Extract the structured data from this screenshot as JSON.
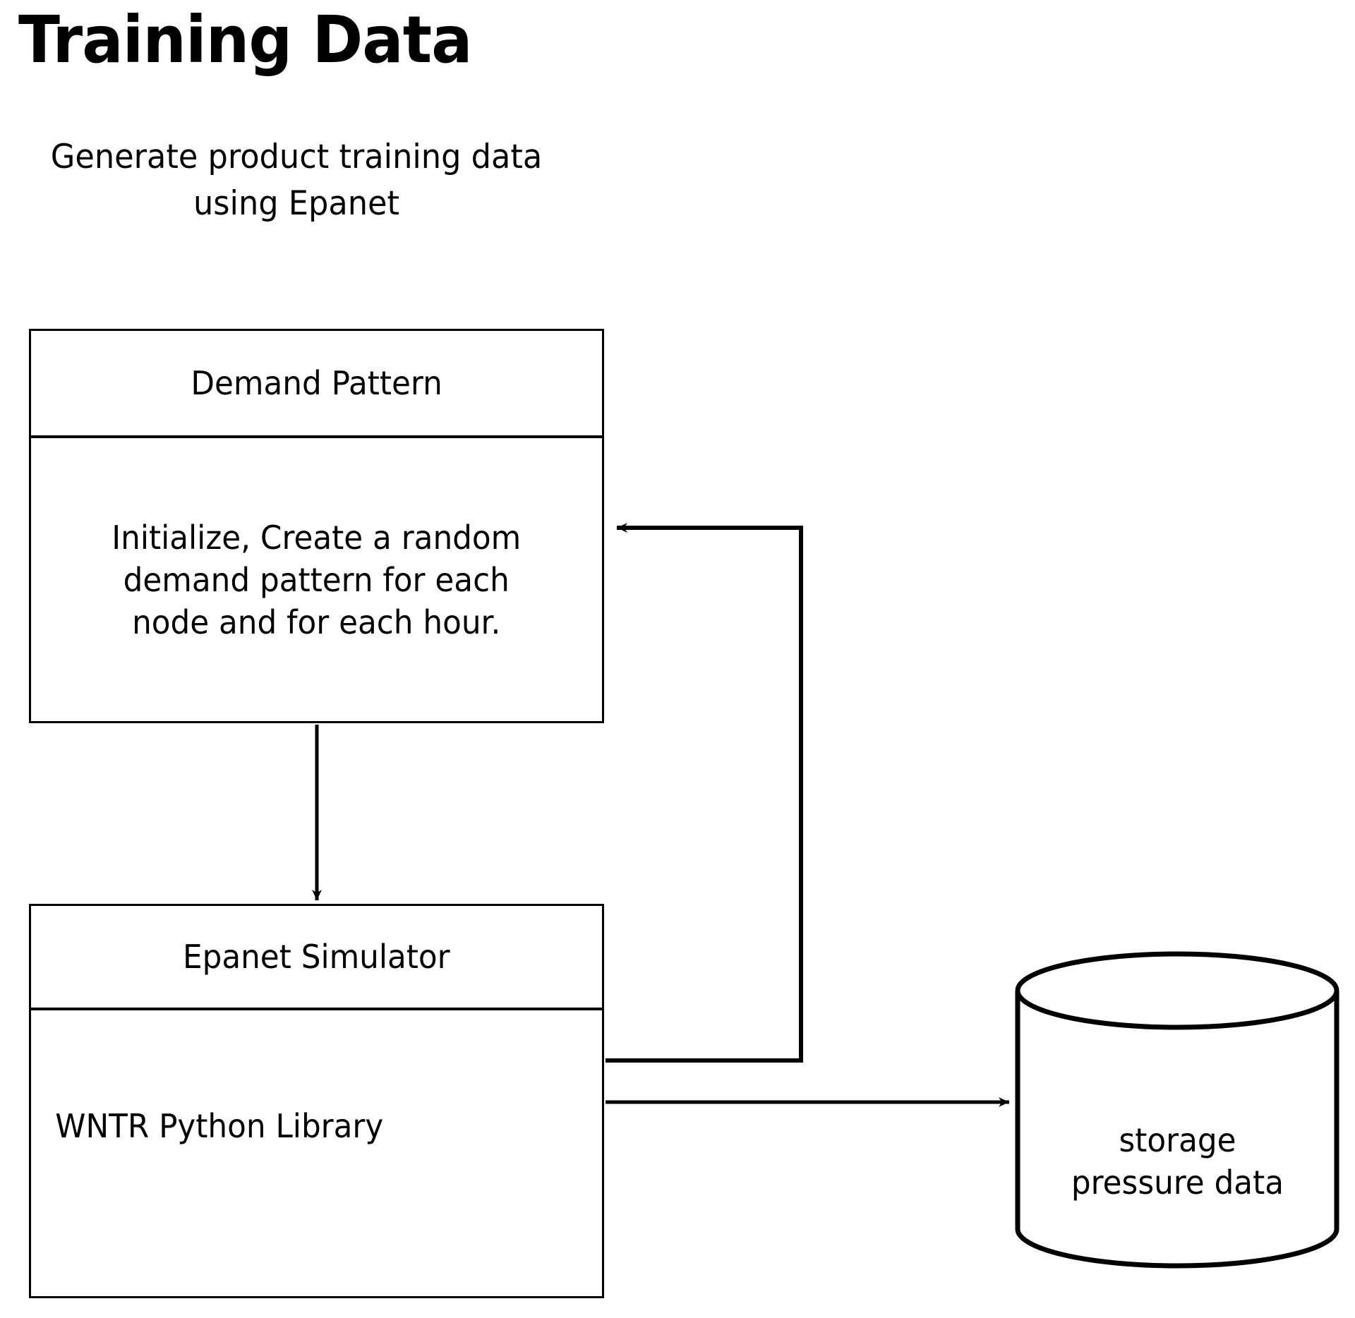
{
  "page": {
    "title": "Training Data",
    "subtitle": "Generate product training\ndata using Epanet",
    "background_color": "#ffffff",
    "line_color": "#000000"
  },
  "diagram": {
    "type": "flowchart",
    "nodes": [
      {
        "id": "demand-pattern",
        "shape": "box-with-header",
        "header": "Demand Pattern",
        "body": "Initialize, Create a random\ndemand pattern  for each\nnode and for each hour."
      },
      {
        "id": "epanet-simulator",
        "shape": "box-with-header",
        "header": "Epanet Simulator",
        "body": "WNTR Python Library"
      },
      {
        "id": "storage-pressure-data",
        "shape": "cylinder",
        "label": "storage\npressure data"
      }
    ],
    "edges": [
      {
        "id": "demand-to-simulator",
        "from": "demand-pattern",
        "to": "epanet-simulator",
        "direction": "down",
        "label": ""
      },
      {
        "id": "simulator-to-storage",
        "from": "epanet-simulator",
        "to": "storage-pressure-data",
        "direction": "right",
        "label": ""
      },
      {
        "id": "simulator-feedback-to-demand",
        "from": "epanet-simulator",
        "to": "demand-pattern",
        "direction": "loop-up-left",
        "label": ""
      }
    ]
  }
}
